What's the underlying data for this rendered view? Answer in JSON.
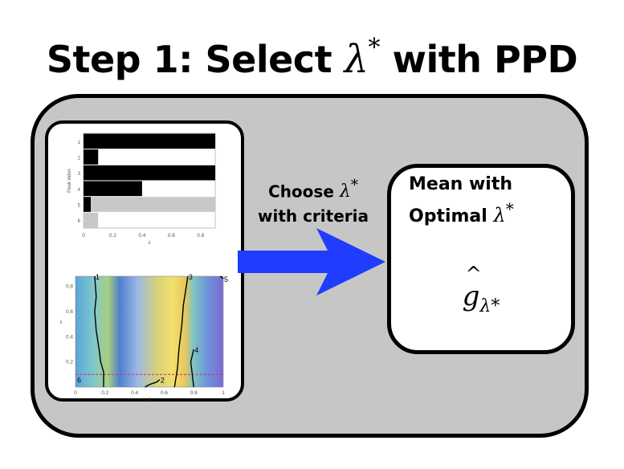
{
  "title": {
    "text": "Step 1: Select",
    "symbol": "λ",
    "sup": "*",
    "suffix": "with PPD"
  },
  "arrow_label": {
    "line1": "Choose",
    "line1_symbol": "λ",
    "line1_sup": "*",
    "line2": "with criteria"
  },
  "result_card": {
    "line1": "Mean  with",
    "line2": "Optimal",
    "symbol": "λ",
    "sup": "*",
    "formula": "g",
    "formula_sub": "λ*"
  },
  "colors": {
    "arrow": "#1f3cff",
    "panel": "#c6c6c6",
    "dashed_line": "#e0306e"
  },
  "chart_data": [
    {
      "type": "bar",
      "orientation": "horizontal",
      "ylabel": "Peak index",
      "xlabel": "λ",
      "categories": [
        "1",
        "2",
        "3",
        "4",
        "5",
        "6"
      ],
      "x_ticks": [
        "0",
        "0.2",
        "0.4",
        "0.6",
        "0.8"
      ],
      "xlim": [
        0,
        0.9
      ],
      "series": [
        {
          "values": [
            0.9,
            0.1,
            0.9,
            0.4,
            0.05,
            0.0
          ],
          "color": "#000000"
        },
        {
          "values": [
            0.0,
            0.0,
            0.0,
            0.0,
            0.9,
            0.1
          ],
          "color": "#c8c8c8"
        }
      ]
    },
    {
      "type": "heatmap",
      "xlabel": "t",
      "ylabel": "λ",
      "x_ticks": [
        "0",
        "0.2",
        "0.4",
        "0.6",
        "0.8",
        "1"
      ],
      "y_ticks": [
        "0.2",
        "0.4",
        "0.6",
        "0.8"
      ],
      "xlim": [
        0,
        1
      ],
      "ylim": [
        0,
        0.88
      ],
      "threshold": 0.1,
      "curve_labels": [
        "1",
        "2",
        "3",
        "4",
        "5",
        "6"
      ],
      "curves": [
        {
          "label": "1",
          "points": [
            [
              0.19,
              0.0
            ],
            [
              0.19,
              0.12
            ],
            [
              0.17,
              0.2
            ],
            [
              0.16,
              0.3
            ],
            [
              0.14,
              0.45
            ],
            [
              0.13,
              0.6
            ],
            [
              0.14,
              0.72
            ],
            [
              0.13,
              0.88
            ]
          ]
        },
        {
          "label": "2",
          "points": [
            [
              0.47,
              0.0
            ],
            [
              0.5,
              0.02
            ],
            [
              0.55,
              0.04
            ],
            [
              0.57,
              0.06
            ]
          ]
        },
        {
          "label": "3",
          "points": [
            [
              0.67,
              0.0
            ],
            [
              0.69,
              0.15
            ],
            [
              0.7,
              0.3
            ],
            [
              0.72,
              0.5
            ],
            [
              0.73,
              0.65
            ],
            [
              0.75,
              0.8
            ],
            [
              0.76,
              0.88
            ]
          ]
        },
        {
          "label": "4",
          "points": [
            [
              0.8,
              0.0
            ],
            [
              0.79,
              0.1
            ],
            [
              0.78,
              0.2
            ],
            [
              0.8,
              0.3
            ]
          ]
        },
        {
          "label": "5",
          "points": [
            [
              0.98,
              0.88
            ],
            [
              1.0,
              0.86
            ]
          ]
        }
      ]
    }
  ]
}
